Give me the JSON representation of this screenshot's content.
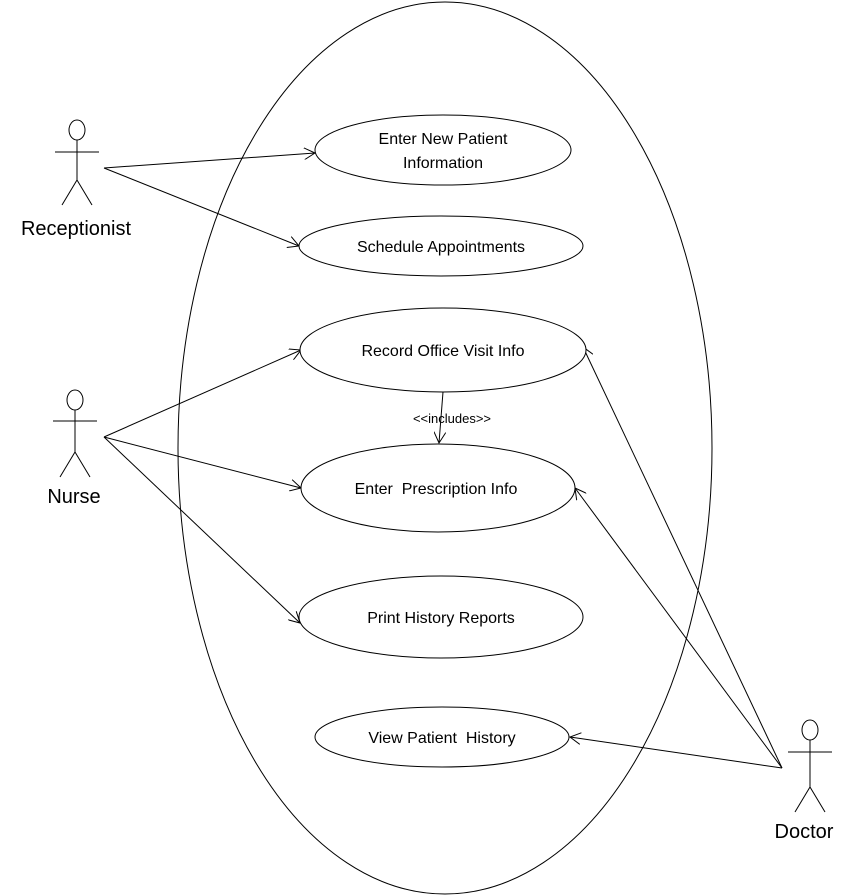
{
  "actors": {
    "receptionist": "Receptionist",
    "nurse": "Nurse",
    "doctor": "Doctor"
  },
  "use_cases": {
    "enter_new_patient_line1": "Enter New Patient",
    "enter_new_patient_line2": "Information",
    "schedule_appointments": "Schedule Appointments",
    "record_office_visit": "Record Office Visit Info",
    "enter_prescription": "Enter  Prescription Info",
    "print_history_reports": "Print History Reports",
    "view_patient_history": "View Patient  History"
  },
  "relationships": {
    "includes_label": "<<includes>>"
  },
  "colors": {
    "line": "#000000",
    "background": "#ffffff"
  }
}
